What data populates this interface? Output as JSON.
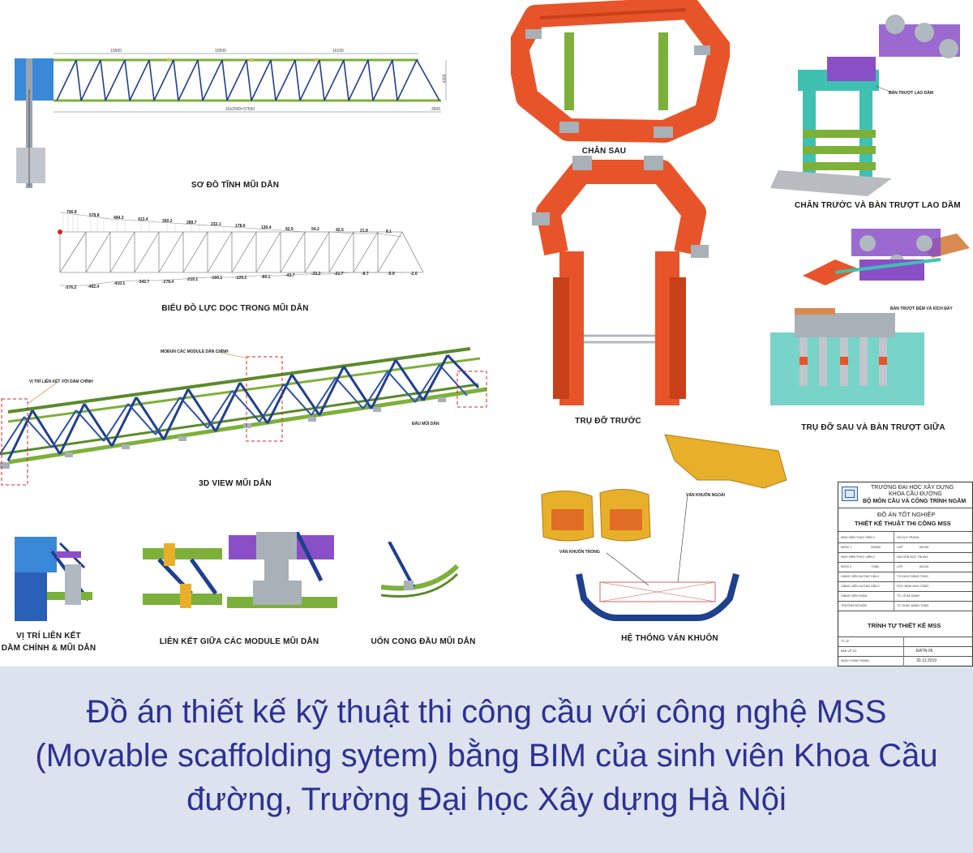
{
  "labels": {
    "so_do_tinh": "SƠ ĐỒ TĨNH MŨI DẪN",
    "bieu_do": "BIỂU ĐỒ LỰC DỌC TRONG MŨI DẪN",
    "view3d": "3D VIEW MŨI DẪN",
    "vi_tri_1": "VỊ TRÍ LIÊN KẾT",
    "vi_tri_2": "DẦM CHÍNH & MŨI DẪN",
    "lien_ket_module": "LIÊN KẾT GIỮA CÁC MODULE MŨI DẪN",
    "uon_cong": "UỐN CONG ĐẦU MŨI DẪN",
    "chan_sau": "CHÂN SAU",
    "tru_do_truoc": "TRỤ ĐỠ TRƯỚC",
    "he_thong": "HỆ THỐNG VÁN KHUÔN",
    "chan_truoc": "CHÂN TRƯỚC VÀ BÀN TRƯỢT LAO DẦM",
    "tru_do_sau": "TRỤ ĐỠ SAU VÀ BÀN TRƯỢT GIỮA"
  },
  "callouts": {
    "ban_truot_lao_dam": "BÀN TRƯỢT LAO DẦM",
    "ban_truot_dem": "BÀN TRƯỢT ĐỆM VÀ KÍCH ĐẨY",
    "vi_tri_lien_ket": "VỊ TRÍ LIÊN KẾT VỚI DẦM CHÍNH",
    "module": "MOĐUN CÁC MODULE DẪN CHÍNH",
    "dau_mui_dan": "ĐẦU MŨI DẪN",
    "van_khuon_ngoai": "VÁN KHUÔN NGOÀI",
    "van_khuon_trong": "VÁN KHUÔN TRONG"
  },
  "dims": {
    "d1": "10500",
    "d2": "10500",
    "d3": "16100",
    "total": "15x2500=37500",
    "h": "4300",
    "end": "3500"
  },
  "forces_top": [
    "706.8",
    "578.8",
    "494.3",
    "413.4",
    "350.2",
    "289.7",
    "232.1",
    "178.6",
    "130.4",
    "92.9",
    "54.2",
    "42.5",
    "21.8",
    "8.1"
  ],
  "forces_bottom": [
    "-576.2",
    "-492.4",
    "-410.1",
    "-342.7",
    "-278.4",
    "-215.1",
    "-160.1",
    "-129.2",
    "-80.1",
    "-43.7",
    "-32.2",
    "-21.7",
    "-8.7",
    "-5.9",
    "-2.0"
  ],
  "title_block": {
    "school": "TRƯỜNG ĐẠI HỌC XÂY DỰNG",
    "faculty": "KHOA CẦU ĐƯỜNG",
    "dept": "BỘ MÔN CẦU VÀ CÔNG TRÌNH NGẦM",
    "do_an": "ĐỒ ÁN TỐT NGHIỆP",
    "project": "THIẾT KẾ THUẬT THI CÔNG MSS",
    "drawing": "TRÌNH TỰ THIẾT KẾ MSS",
    "rows": [
      [
        "SINH VIÊN THỰC HIỆN 1",
        "HỒ DUY TRUNG"
      ],
      [
        "MSSV 1",
        "205260",
        "LỚP",
        "60CD5"
      ],
      [
        "SINH VIÊN THỰC HIỆN 2",
        "NGUYỄN ĐỨC TRUNG"
      ],
      [
        "MSSV 2",
        "72360",
        "LỚP",
        "60CD5"
      ],
      [
        "GIẢNG VIÊN HƯỚNG DẪN 1",
        "T.S KHÚC ĐĂNG TÙNG"
      ],
      [
        "GIẢNG VIÊN HƯỚNG DẪN 2",
        "PGS. ĐINH NHO CÔNG"
      ],
      [
        "GIẢNG VIÊN CHẤM",
        "TS. LÊ BÁ DANH"
      ],
      [
        "TRƯỞNG BỘ MÔN",
        "TS. KHÚC ĐĂNG TÙNG"
      ]
    ],
    "ty_le": "TỶ LỆ",
    "ban_ve_so": "BẢN VẼ SỐ",
    "ban_ve_so_val": "ĐATN-06",
    "ngay": "NGÀY HOÀN THÀNH",
    "ngay_val": "30.12.2019"
  },
  "caption": {
    "line1": "Đồ án thiết kế kỹ thuật thi công cầu với công nghệ MSS",
    "line2": "(Movable scaffolding sytem) bằng BIM của sinh viên Khoa Cầu",
    "line3": "đường, Trường Đại học Xây dựng Hà Nội"
  },
  "colors": {
    "steel_blue": "#1f3f8f",
    "chord_green": "#7db03a",
    "orange_frame": "#e8542a",
    "formwork_yellow": "#e8b02a",
    "purple": "#8a4fc7",
    "teal": "#3fc0b0",
    "caption_text": "#2e3192",
    "caption_bg": "#dce3ee"
  }
}
